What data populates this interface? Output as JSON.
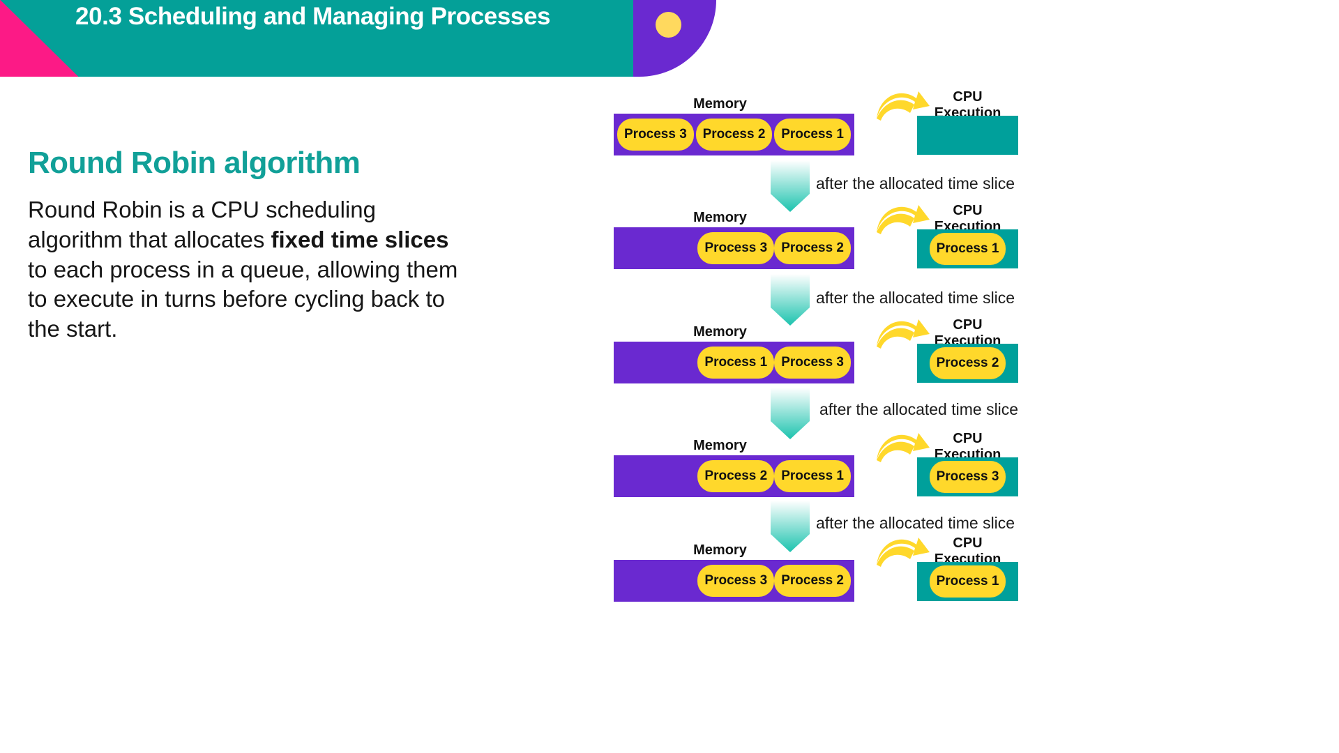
{
  "header": {
    "title": "20.3 Scheduling and Managing Processes",
    "band_color": "#04A098",
    "corner_color": "#FC1A86",
    "accent_shape_color": "#6A29D0",
    "dot_color": "#FFD95E"
  },
  "left": {
    "heading": "Round Robin algorithm",
    "heading_color": "#11A098",
    "body_pre": "Round Robin is a CPU scheduling algorithm that allocates ",
    "body_bold": "fixed time slices",
    "body_post": " to each process in a queue, allowing them to execute in turns before cycling back to the start."
  },
  "diagram": {
    "memory_label": "Memory",
    "cpu_label": "CPU Execution",
    "cpu_label_line1": "CPU",
    "cpu_label_line2": "Execution",
    "transition_note": "after the allocated time slice",
    "memory_color": "#6A29D0",
    "process_color": "#FFD82B",
    "cpu_color": "#00A09B",
    "arrow_color": "#FFD82B",
    "stages": [
      {
        "memory": [
          "Process 3",
          "Process 2",
          "Process 1"
        ],
        "cpu": ""
      },
      {
        "memory": [
          "Process 3",
          "Process 2"
        ],
        "cpu": "Process 1"
      },
      {
        "memory": [
          "Process 1",
          "Process 3"
        ],
        "cpu": "Process 2"
      },
      {
        "memory": [
          "Process 2",
          "Process 1"
        ],
        "cpu": "Process 3"
      },
      {
        "memory": [
          "Process 3",
          "Process 2"
        ],
        "cpu": "Process 1"
      }
    ]
  }
}
